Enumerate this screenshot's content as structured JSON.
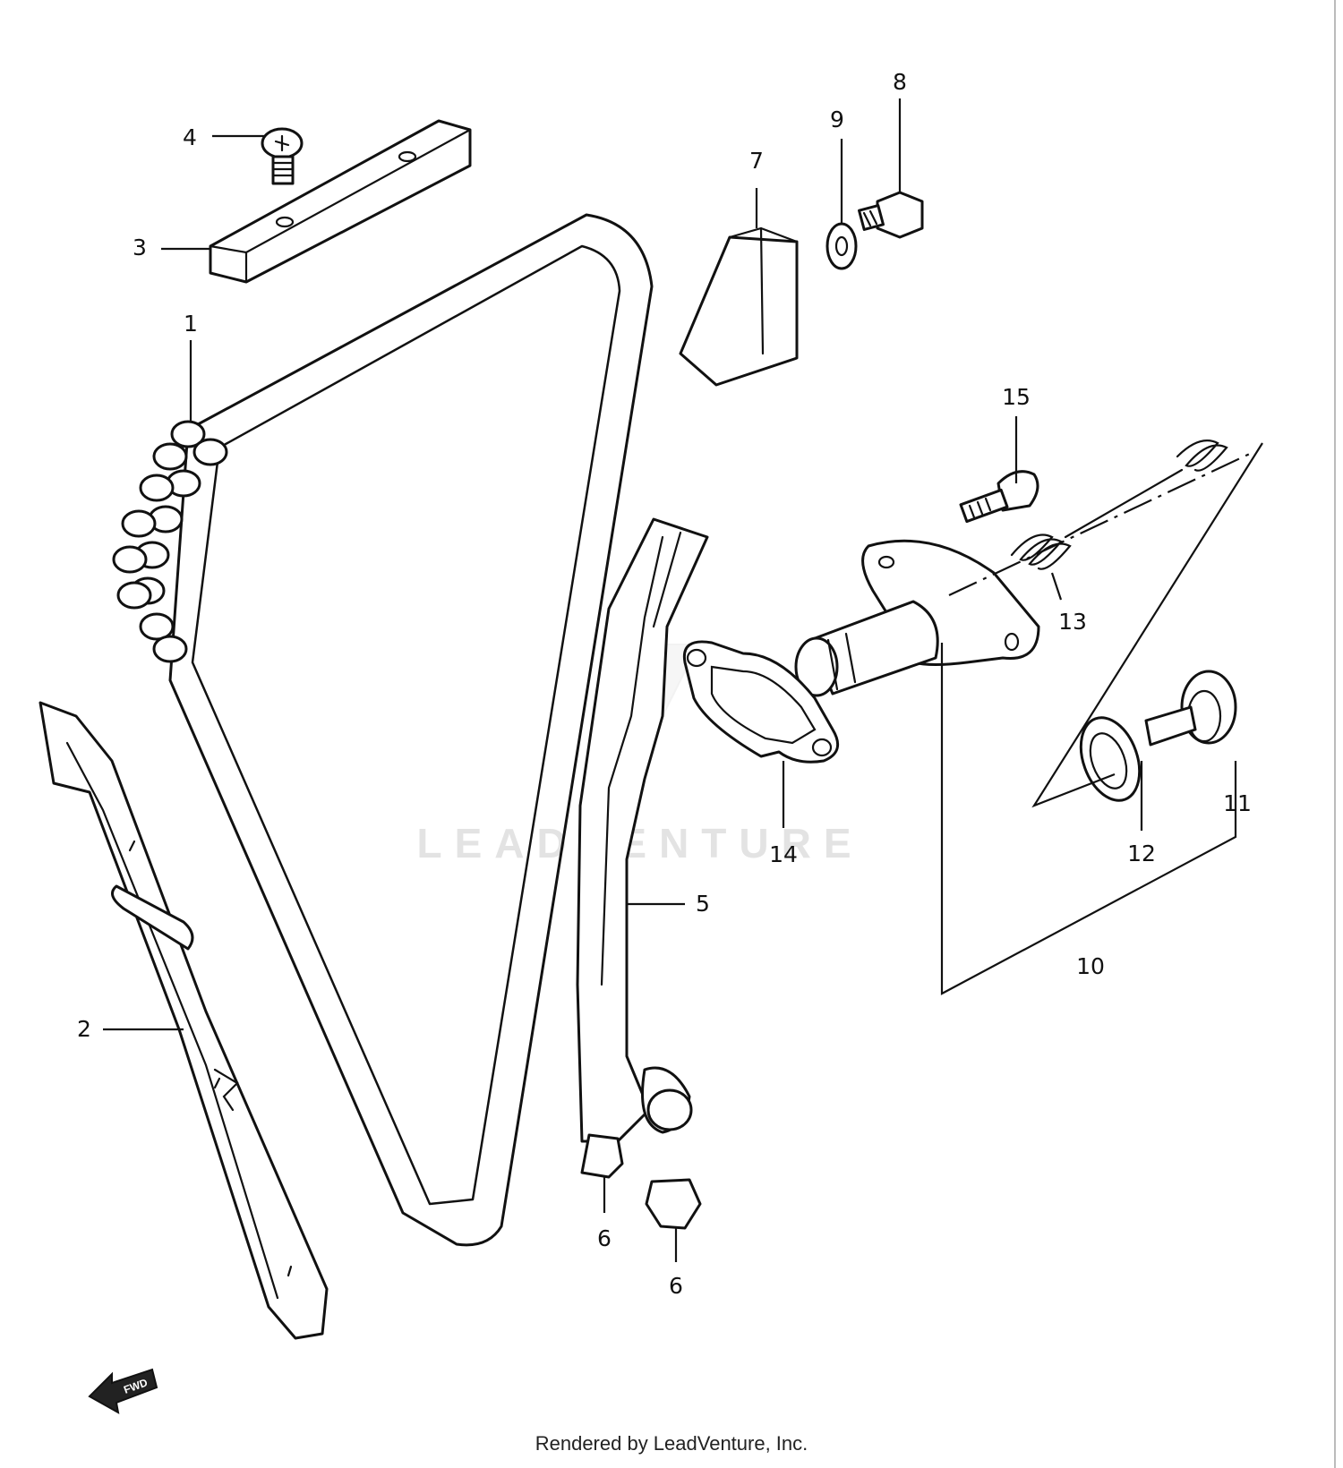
{
  "watermark": "LEADVENTURE",
  "footer": "Rendered by LeadVenture, Inc.",
  "fwd_badge": "FWD",
  "callouts": {
    "c1": "1",
    "c2": "2",
    "c3": "3",
    "c4": "4",
    "c5": "5",
    "c6a": "6",
    "c6b": "6",
    "c7": "7",
    "c8": "8",
    "c9": "9",
    "c10": "10",
    "c11": "11",
    "c12": "12",
    "c13": "13",
    "c14": "14",
    "c15": "15"
  }
}
